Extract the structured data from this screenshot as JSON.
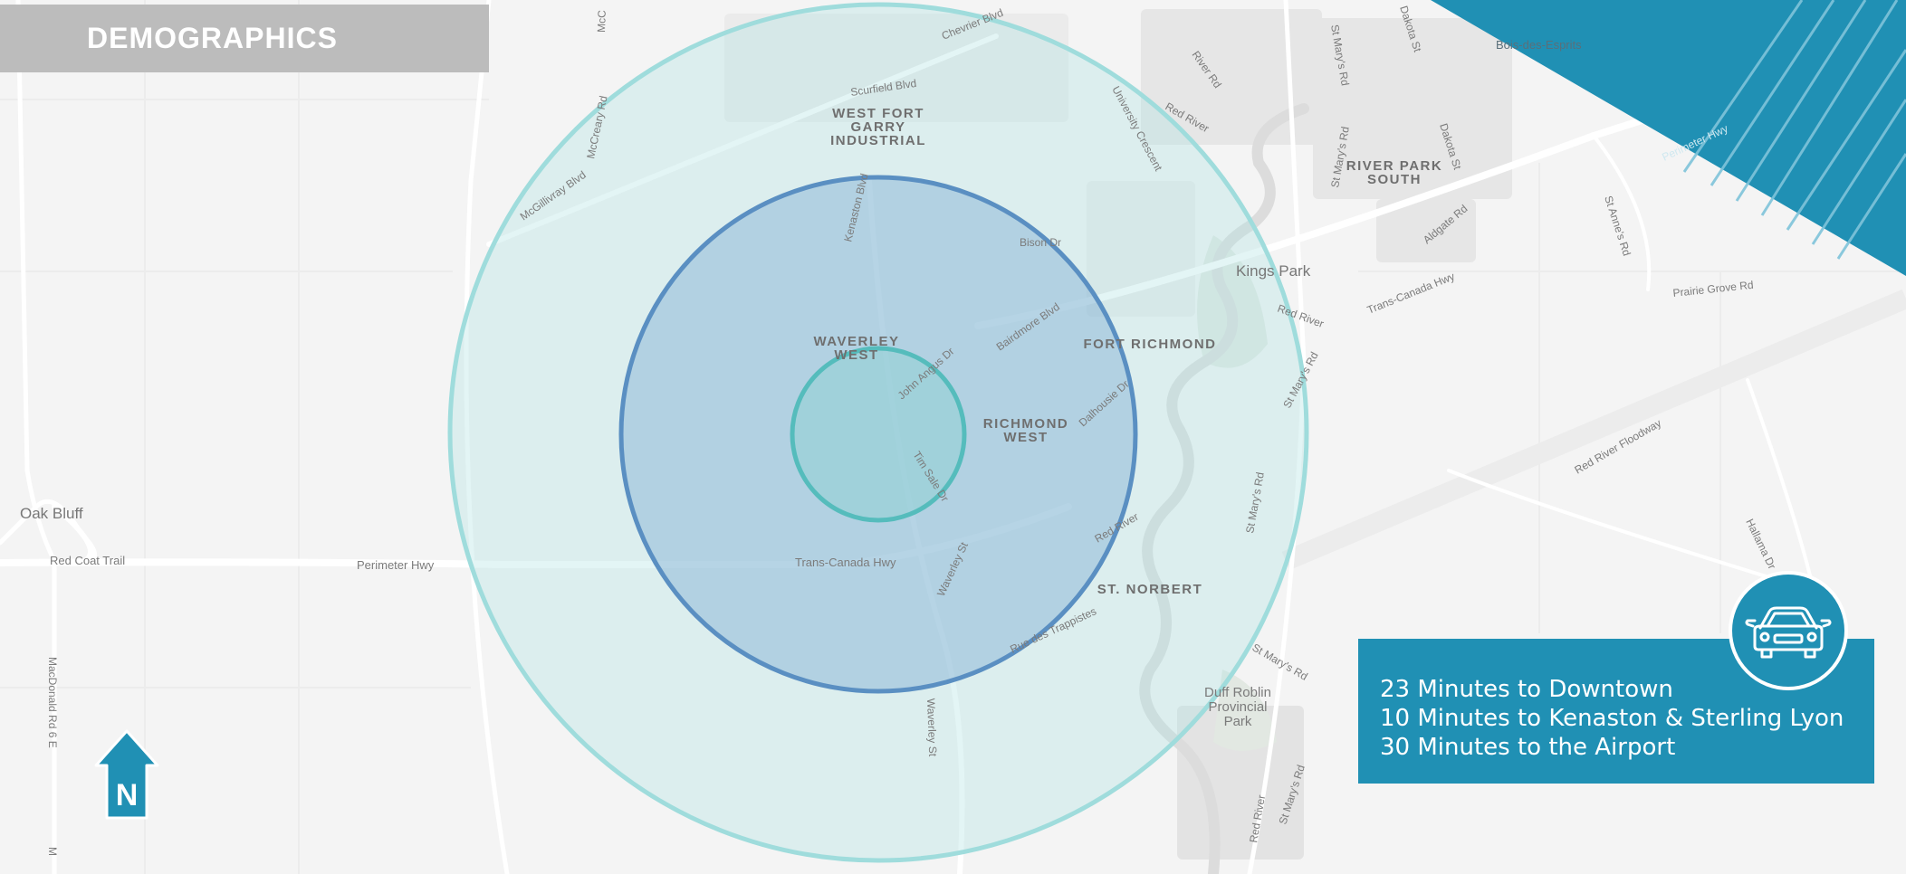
{
  "title": "DEMOGRAPHICS",
  "colors": {
    "brand_blue": "#2090b4",
    "outer_ring": "#9fdcdc",
    "middle_ring": "#5a8fc2",
    "inner_ring": "#55bcbc",
    "title_bar": "#bcbcbc"
  },
  "drive_times": {
    "icon": "car-icon",
    "lines": [
      "23 Minutes to Downtown",
      "10 Minutes to Kenaston & Sterling Lyon",
      "30 Minutes to the Airport"
    ]
  },
  "north_arrow": {
    "icon": "north-arrow-icon",
    "label": "N"
  },
  "map": {
    "places": {
      "oak_bluff": "Oak Bluff",
      "kings_park": "Kings Park",
      "bois_des_esprits": "Bois-des-Esprits",
      "duff_roblin": [
        "Duff Roblin",
        "Provincial",
        "Park"
      ]
    },
    "neighbourhoods": {
      "west_fort_garry": [
        "WEST FORT",
        "GARRY",
        "INDUSTRIAL"
      ],
      "waverley_west": [
        "WAVERLEY",
        "WEST"
      ],
      "fort_richmond": "FORT RICHMOND",
      "richmond_west": [
        "RICHMOND",
        "WEST"
      ],
      "st_norbert": "ST. NORBERT",
      "river_park_south": [
        "RIVER PARK",
        "SOUTH"
      ]
    },
    "roads": {
      "perimeter_hwy": "Perimeter Hwy",
      "red_coat_trail": "Red Coat Trail",
      "trans_canada_hwy_w": "Trans-Canada Hwy",
      "trans_canada_hwy_e": "Trans-Canada Hwy",
      "mcgillivray": "McGillivray Blvd",
      "mccreary": "McCreary Rd",
      "mcc_top": "McC",
      "scurfield": "Scurfield Blvd",
      "chevrier": "Chevrier Blvd",
      "kenaston": "Kenaston Blvd",
      "bison": "Bison Dr",
      "bairdmore": "Bairdmore Blvd",
      "university_cres": "University Crescent",
      "john_angus": "John Angus Dr",
      "tim_sale": "Tim Sale Dr",
      "waverley_st_1": "Waverley St",
      "waverley_st_2": "Waverley St",
      "dalhousie": "Dalhousie Dr",
      "red_river_1": "Red River",
      "red_river_2": "Red River",
      "red_river_3": "Red River",
      "red_river_4": "Red River",
      "red_river_5": "Red River",
      "river_rd": "River Rd",
      "st_marys_1": "St Mary's Rd",
      "st_marys_2": "St Mary's Rd",
      "st_marys_3": "St Mary's Rd",
      "st_marys_4": "St Mary's Rd",
      "st_marys_5": "St Mary's Rd",
      "st_marys_6": "St Mary's Rd",
      "st_marys_7": "St Mary's Rd",
      "dakota_1": "Dakota St",
      "dakota_2": "Dakota St",
      "aldgate": "Aldgate Rd",
      "st_annes": "St Anne's Rd",
      "prairie_grove": "Prairie Grove Rd",
      "perimeter_hwy_e": "Perimeter Hwy",
      "floodway": "Red River Floodway",
      "hallama": "Hallama Dr",
      "macdonald": "MacDonald Rd 6 E",
      "rue_des_trappistes": "Rue des Trappistes",
      "m_bottom": "M"
    }
  }
}
